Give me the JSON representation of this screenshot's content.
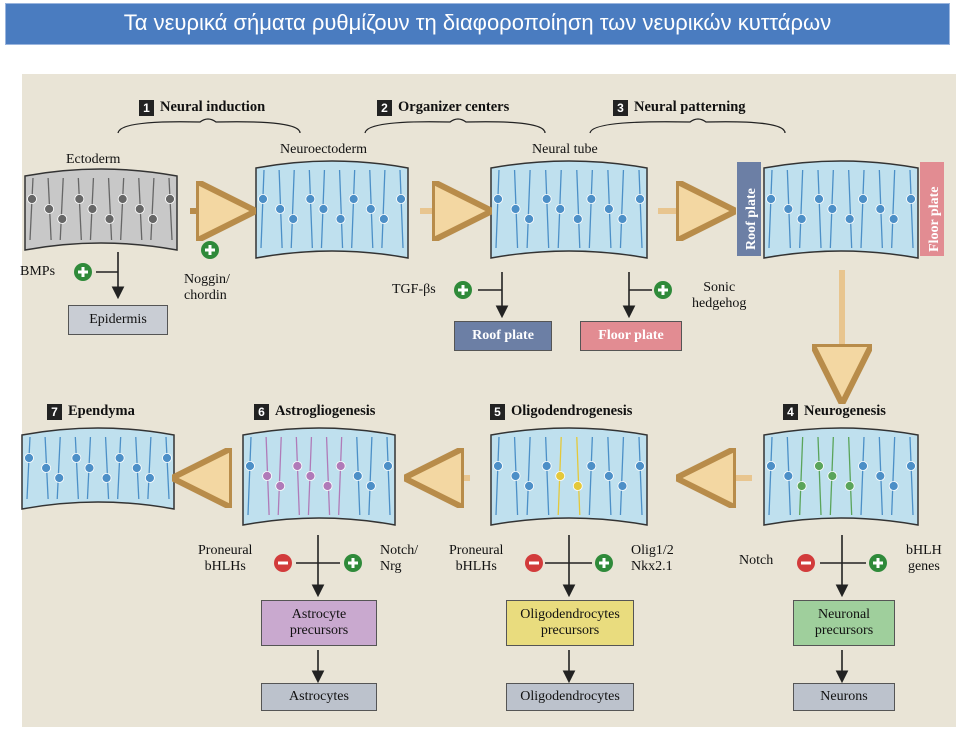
{
  "title": "Τα νευρικά σήματα ρυθμίζουν τη διαφοροποίηση των νευρικών κυττάρων",
  "stages": [
    {
      "num": "1",
      "label": "Neural induction"
    },
    {
      "num": "2",
      "label": "Organizer centers"
    },
    {
      "num": "3",
      "label": "Neural patterning"
    },
    {
      "num": "4",
      "label": "Neurogenesis"
    },
    {
      "num": "5",
      "label": "Oligodendrogenesis"
    },
    {
      "num": "6",
      "label": "Astrogliogenesis"
    },
    {
      "num": "7",
      "label": "Ependyma"
    }
  ],
  "tissues": {
    "ectoderm": "Ectoderm",
    "neuroectoderm": "Neuroectoderm",
    "neural_tube": "Neural tube",
    "roof_plate_side": "Roof plate",
    "floor_plate_side": "Floor plate"
  },
  "signals": {
    "bmps": "BMPs",
    "noggin": "Noggin/\nchordin",
    "tgf": "TGF-βs",
    "shh": "Sonic\nhedgehog",
    "proneural_6": "Proneural\nbHLHs",
    "notch_nrg": "Notch/\nNrg",
    "proneural_5": "Proneural\nbHLHs",
    "olig": "Olig1/2\nNkx2.1",
    "notch": "Notch",
    "bhlh_genes": "bHLH\ngenes"
  },
  "boxes": {
    "epidermis": "Epidermis",
    "roof_plate": "Roof plate",
    "floor_plate": "Floor plate",
    "astro_prec": "Astrocyte\nprecursors",
    "astrocytes": "Astrocytes",
    "oligo_prec": "Oligodendrocytes\nprecursors",
    "oligodendrocytes": "Oligodendrocytes",
    "neuronal_prec": "Neuronal\nprecursors",
    "neurons": "Neurons"
  },
  "colors": {
    "title_bg": "#4a7cc0",
    "positive": "#2f8a3a",
    "negative": "#d23b3b",
    "astro": "#b07ab8",
    "oligo": "#e4c83a",
    "neuro": "#5aa45a",
    "tissue_bg": "#bfe0ee",
    "cell": "#4c8fc7"
  }
}
